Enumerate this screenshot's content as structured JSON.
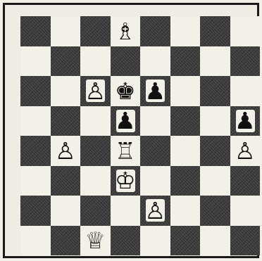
{
  "board": {
    "pieces": [
      {
        "square": "d8",
        "piece": "bishop",
        "color": "white",
        "glyph": "♗"
      },
      {
        "square": "c6",
        "piece": "pawn",
        "color": "white",
        "glyph": "♙"
      },
      {
        "square": "d6",
        "piece": "king",
        "color": "black",
        "glyph": "♚"
      },
      {
        "square": "e6",
        "piece": "pawn",
        "color": "black",
        "glyph": "♟"
      },
      {
        "square": "d5",
        "piece": "pawn",
        "color": "black",
        "glyph": "♟"
      },
      {
        "square": "h5",
        "piece": "pawn",
        "color": "black",
        "glyph": "♟"
      },
      {
        "square": "b4",
        "piece": "pawn",
        "color": "white",
        "glyph": "♙"
      },
      {
        "square": "d4",
        "piece": "rook",
        "color": "white",
        "glyph": "♖"
      },
      {
        "square": "h4",
        "piece": "pawn",
        "color": "white",
        "glyph": "♙"
      },
      {
        "square": "d3",
        "piece": "king",
        "color": "white",
        "glyph": "♔"
      },
      {
        "square": "e2",
        "piece": "pawn",
        "color": "white",
        "glyph": "♙"
      },
      {
        "square": "c1",
        "piece": "queen",
        "color": "white",
        "glyph": "♕"
      }
    ]
  },
  "colors": {
    "dark_square": "#3b3b3b",
    "light_square": "#f3f0e7",
    "frame": "#1a1a1a"
  }
}
